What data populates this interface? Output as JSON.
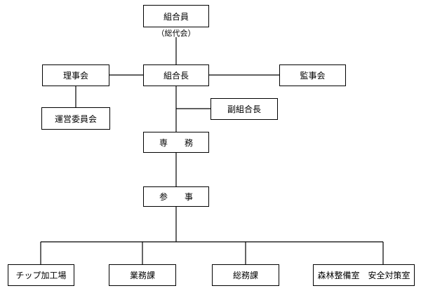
{
  "org_chart": {
    "members": {
      "label": "組合員",
      "note": "（総代会）"
    },
    "board": "理事会",
    "president": "組合長",
    "auditors": "監事会",
    "management_committee": "運営委員会",
    "vice_president": "副組合長",
    "executive_director": "専　　務",
    "counselor": "参　　事",
    "departments": [
      "チップ加工場",
      "業務課",
      "総務課",
      "森林整備室　安全対策室"
    ]
  }
}
